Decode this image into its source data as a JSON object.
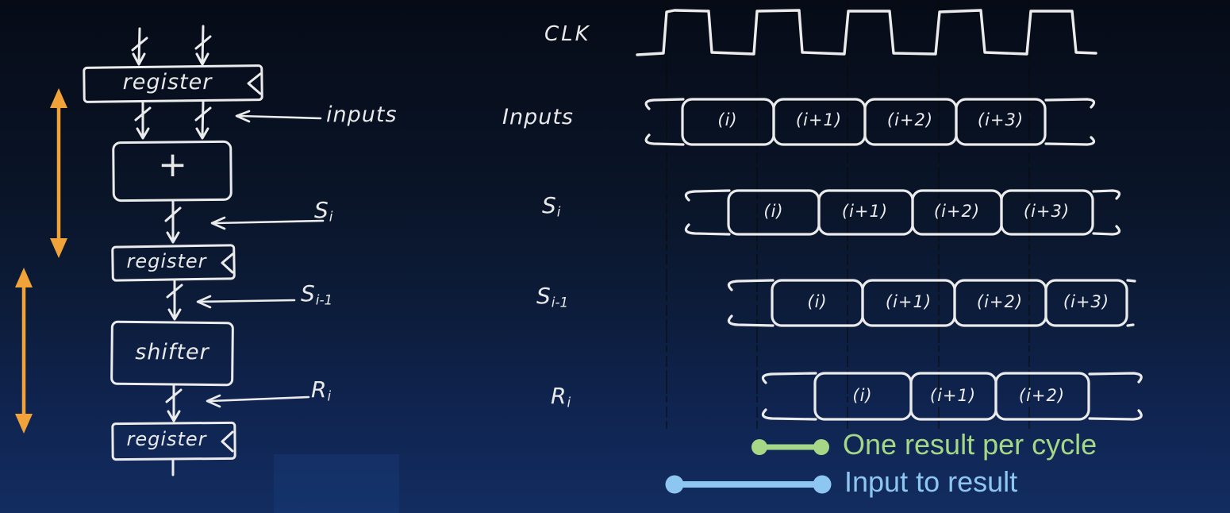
{
  "circuit": {
    "blocks": {
      "register_top": "register",
      "adder": "+",
      "register_mid": "register",
      "shifter": "shifter",
      "register_bottom": "register"
    },
    "annotations": {
      "inputs": "inputs",
      "si": {
        "main": "S",
        "sub": "i"
      },
      "si_prev": {
        "main": "S",
        "sub": "i-1"
      },
      "ri": {
        "main": "R",
        "sub": "i"
      }
    }
  },
  "timing": {
    "clock_cycles": 5,
    "signals": [
      {
        "main": "CLK",
        "sub": ""
      },
      {
        "main": "Inputs",
        "sub": "",
        "blocks": [
          "(i)",
          "(i+1)",
          "(i+2)",
          "(i+3)"
        ]
      },
      {
        "main": "S",
        "sub": "i",
        "blocks": [
          "(i)",
          "(i+1)",
          "(i+2)",
          "(i+3)"
        ]
      },
      {
        "main": "S",
        "sub": "i-1",
        "blocks": [
          "(i)",
          "(i+1)",
          "(i+2)",
          "(i+3)"
        ]
      },
      {
        "main": "R",
        "sub": "i",
        "blocks": [
          "(i)",
          "(i+1)",
          "(i+2)"
        ]
      }
    ]
  },
  "legend": {
    "items": [
      {
        "label": "One result per cycle",
        "color": "#a5d787"
      },
      {
        "label": "Input to result",
        "color": "#8ec6f2"
      }
    ]
  },
  "colors": {
    "chalk": "#ebebeb",
    "accent_orange": "#f1a339",
    "legend_green": "#a5d787",
    "legend_blue": "#8ec6f2",
    "background_top": "#060b16",
    "background_bottom": "#132d61"
  }
}
